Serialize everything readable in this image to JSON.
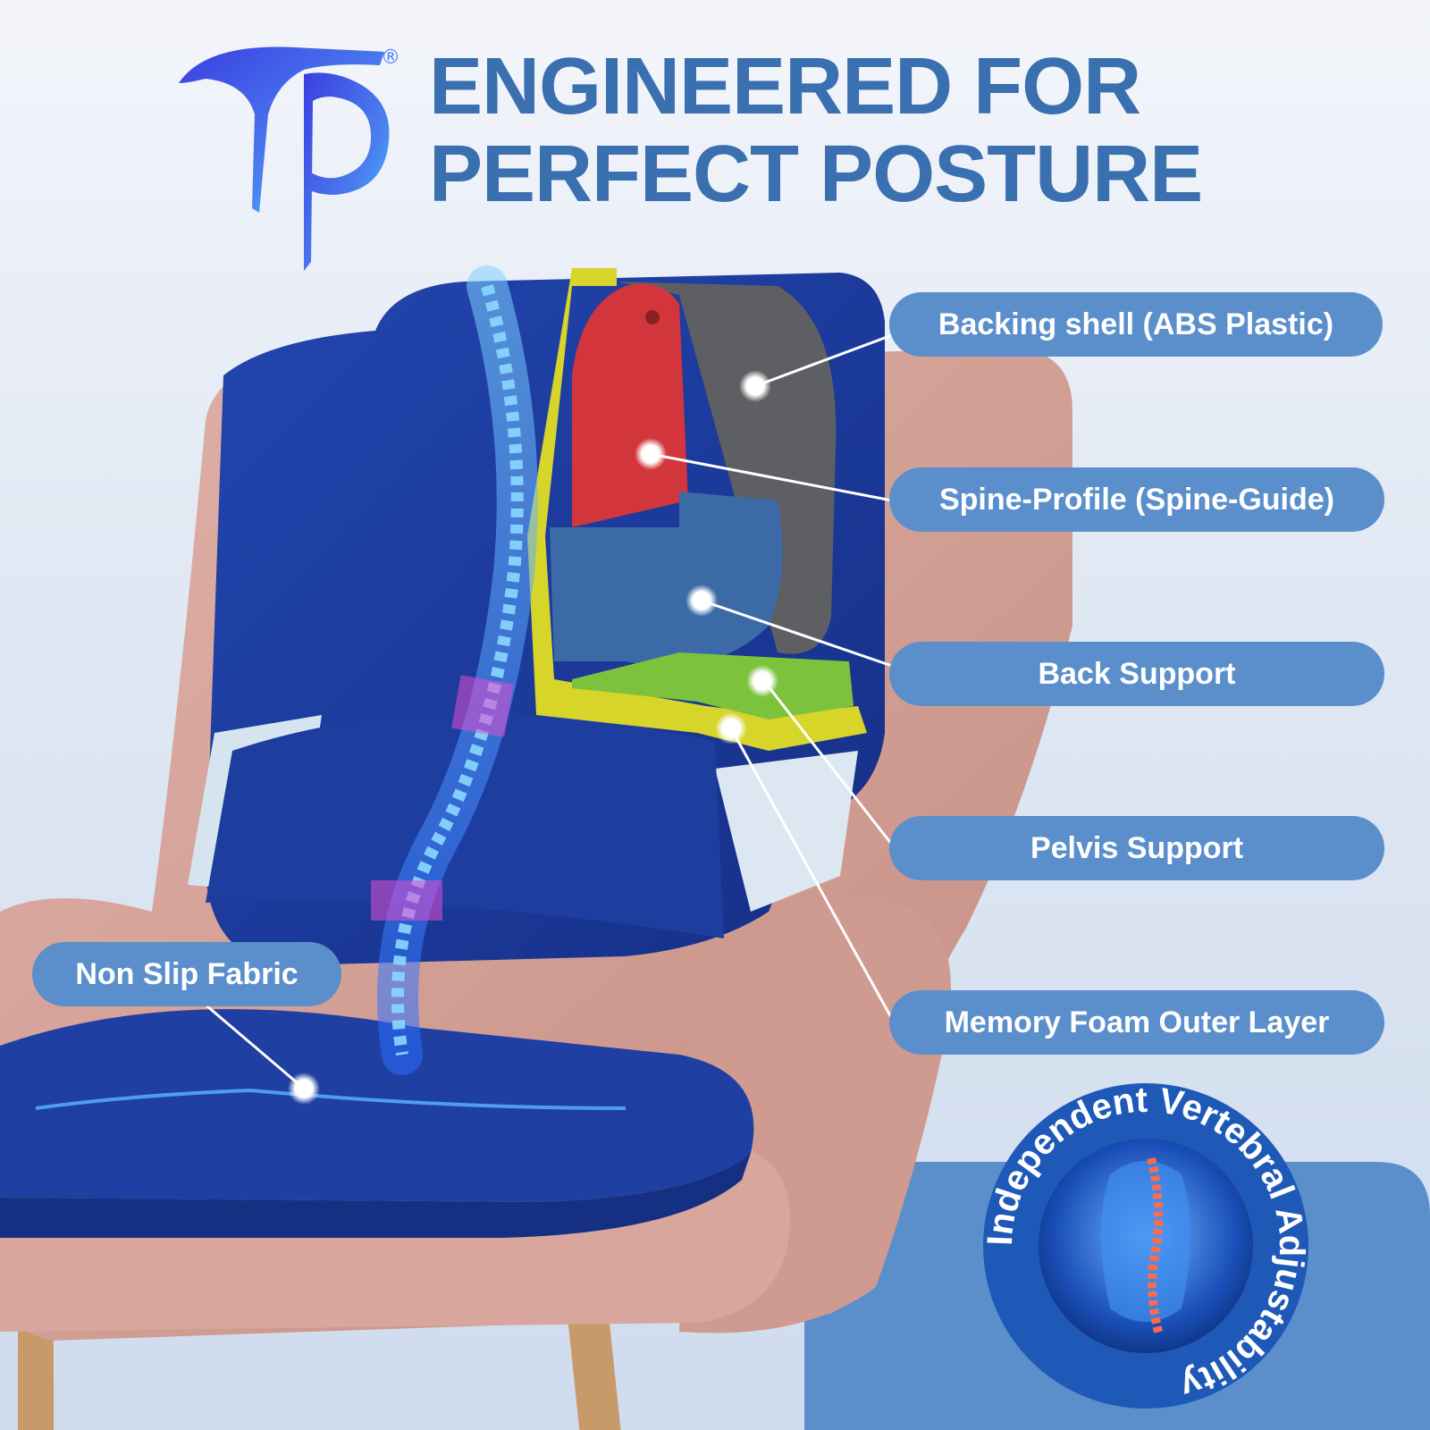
{
  "brand": {
    "logo_icon": "tp-monogram-icon",
    "registered_mark": "®"
  },
  "headline": {
    "line1": "ENGINEERED FOR",
    "line2": "PERFECT POSTURE"
  },
  "callouts": {
    "backing_shell": "Backing shell (ABS Plastic)",
    "spine_profile": "Spine-Profile (Spine-Guide)",
    "back_support": "Back Support",
    "pelvis_support": "Pelvis Support",
    "memory_foam": "Memory Foam Outer Layer",
    "non_slip": "Non Slip Fabric"
  },
  "badge": {
    "text": "Independent Vertebral Adjustability",
    "icon": "human-spine-icon"
  },
  "colors": {
    "accent_blue": "#3a6fb0",
    "callout_blue": "#5b8fcb",
    "cushion_navy": "#1c3c9e",
    "chair_pink": "#d9a49a",
    "shell_yellow": "#d9d52a",
    "spine_guide_red": "#d4343a",
    "back_support_blue": "#3a6aa8",
    "pelvis_green": "#7cc23c",
    "spine_glow": "#3fa6ff"
  }
}
